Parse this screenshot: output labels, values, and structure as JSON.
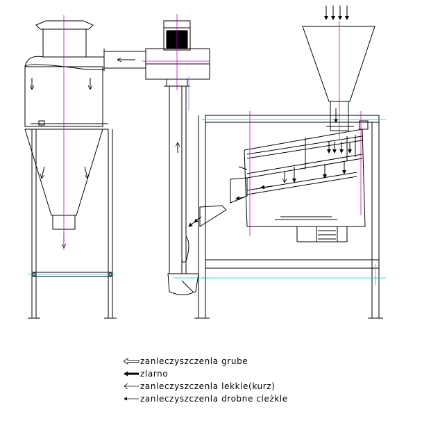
{
  "legend": {
    "items": [
      {
        "text": "zanleczyszczenla grube",
        "icon": "hollow-arrow-left-icon"
      },
      {
        "text": "zlarno",
        "icon": "filled-arrow-left-icon"
      },
      {
        "text": "zanleczyszczenla lekkle(kurz)",
        "icon": "open-arrow-left-icon"
      },
      {
        "text": "zanleczyszczenla drobne cleżkle",
        "icon": "small-filled-arrow-left-icon"
      }
    ]
  },
  "colors": {
    "line": "#000000",
    "axis": "#cc00cc",
    "accent": "#00cccc",
    "accent2": "#8080ff"
  }
}
